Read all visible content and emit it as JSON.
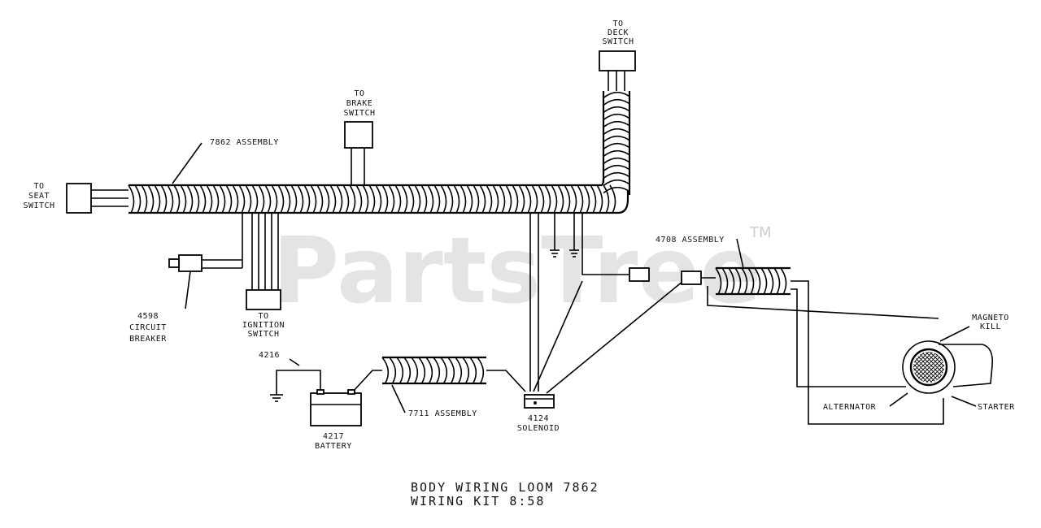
{
  "watermark": {
    "text": "PartsTree",
    "tm": "TM"
  },
  "labels": {
    "seat_switch": [
      "TO",
      "SEAT",
      "SWITCH"
    ],
    "brake_switch": [
      "TO",
      "BRAKE",
      "SWITCH"
    ],
    "deck_switch": [
      "TO",
      "DECK",
      "SWITCH"
    ],
    "assembly_7862": "7862 ASSEMBLY",
    "assembly_4708": "4708 ASSEMBLY",
    "assembly_7711": "7711 ASSEMBLY",
    "circuit_breaker": [
      "4598",
      "CIRCUIT",
      "BREAKER"
    ],
    "ignition_switch": [
      "TO",
      "IGNITION",
      "SWITCH"
    ],
    "ground_4216": "4216",
    "battery": [
      "4217",
      "BATTERY"
    ],
    "solenoid": [
      "4124",
      "SOLENOID"
    ],
    "magneto_kill": [
      "MAGNETO",
      "KILL"
    ],
    "alternator": "ALTERNATOR",
    "starter": "STARTER"
  },
  "title": {
    "line1": "BODY WIRING LOOM 7862",
    "line2": "WIRING KIT 8:58"
  }
}
